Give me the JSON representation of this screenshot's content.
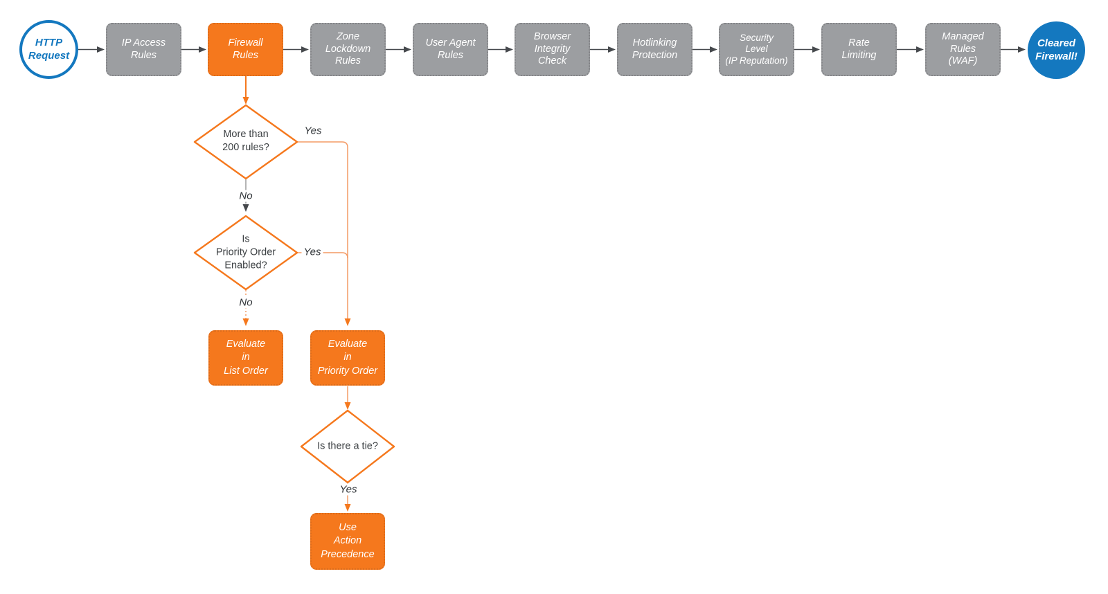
{
  "diagram": {
    "start": {
      "label": "HTTP\nRequest"
    },
    "stages": [
      {
        "label": "IP Access\nRules"
      },
      {
        "label": "Firewall\nRules"
      },
      {
        "label": "Zone\nLockdown\nRules"
      },
      {
        "label": "User Agent\nRules"
      },
      {
        "label": "Browser\nIntegrity\nCheck"
      },
      {
        "label": "Hotlinking\nProtection"
      },
      {
        "label": "Security\nLevel\n(IP Reputation)"
      },
      {
        "label": "Rate\nLimiting"
      },
      {
        "label": "Managed\nRules\n(WAF)"
      }
    ],
    "end": {
      "label": "Cleared\nFirewall!"
    },
    "decisions": [
      {
        "label": "More than\n200 rules?"
      },
      {
        "label": "Is\nPriority Order\nEnabled?"
      },
      {
        "label": "Is there a tie?"
      }
    ],
    "actions": [
      {
        "label": "Evaluate\nin\nList Order"
      },
      {
        "label": "Evaluate\nin\nPriority Order"
      },
      {
        "label": "Use\nAction\nPrecedence"
      }
    ],
    "edge_labels": {
      "yes1": "Yes",
      "no1": "No",
      "yes2": "Yes",
      "no2": "No",
      "yes3": "Yes"
    },
    "colors": {
      "orange": "#f5781d",
      "blue": "#1478bf",
      "gray": "#9c9ea1",
      "arrow_dark": "#46494d",
      "line_gray": "#9b9b9b",
      "line_orange": "#f49a64"
    }
  }
}
